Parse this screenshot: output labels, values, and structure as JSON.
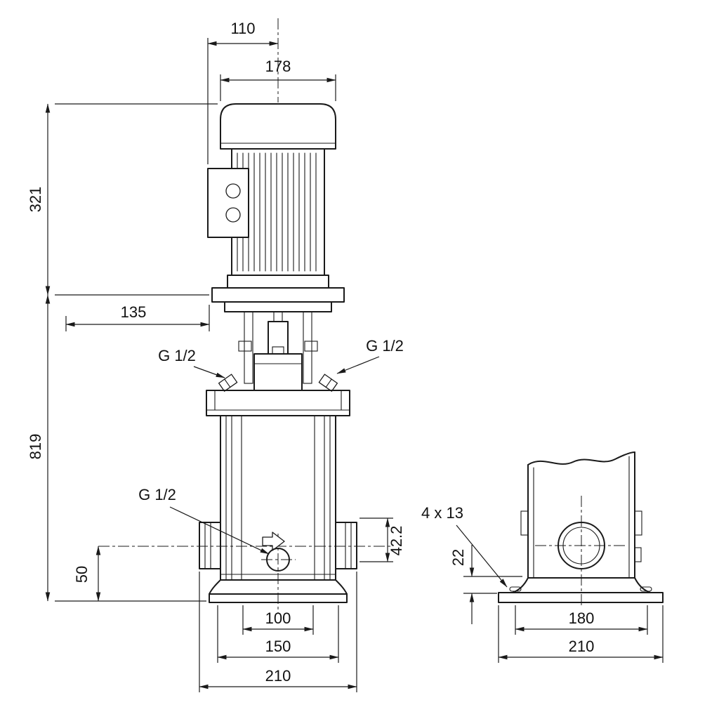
{
  "front_view": {
    "dims": {
      "width_top": "110",
      "motor_width": "178",
      "motor_height": "321",
      "offset_135": "135",
      "pump_height": "819",
      "port_size_left": "G 1/2",
      "port_size_right": "G 1/2",
      "drain_size": "G 1/2",
      "height_42_2": "42.2",
      "height_50": "50",
      "base_100": "100",
      "base_150": "150",
      "overall_210": "210"
    }
  },
  "side_view": {
    "dims": {
      "slot": "4 x 13",
      "base_height": "22",
      "base_180": "180",
      "base_210": "210"
    }
  },
  "colors": {
    "line": "#1a1a1a",
    "background": "#ffffff"
  }
}
